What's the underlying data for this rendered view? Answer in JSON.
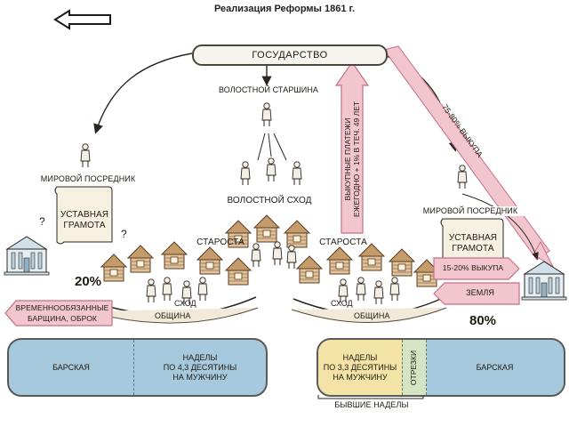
{
  "title": "Реализация Реформы 1861 г.",
  "nav": {
    "back_icon": "left-arrow-icon"
  },
  "state": "ГОСУДАРСТВО",
  "volost_elder": "ВОЛОСТНОЙ СТАРШИНА",
  "volost_assembly": "ВОЛОСТНОЙ СХОД",
  "payments": {
    "line1": "ВЫКУПНЫЕ ПЛАТЕЖИ",
    "line2": "ЕЖЕГОДНО + 1% В ТЕЧ. 49 ЛЕТ"
  },
  "ransom_75": "75-80% ВЫКУПА",
  "left": {
    "mediator": "МИРОВОЙ ПОСРЕДНИК",
    "charter": {
      "line1": "УСТАВНАЯ",
      "line2": "ГРАМОТА"
    },
    "question": "?",
    "elder": "СТАРОСТА",
    "percent": "20%",
    "obligated": {
      "line1": "ВРЕМЕННООБЯЗАННЫЕ",
      "line2": "БАРЩИНА, ОБРОК"
    },
    "skhod": "СХОД",
    "community": "ОБЩИНА"
  },
  "right": {
    "mediator": "МИРОВОЙ ПОСРЕДНИК",
    "charter": {
      "line1": "УСТАВНАЯ",
      "line2": "ГРАМОТА"
    },
    "elder": "СТАРОСТА",
    "ransom_15": "15-20% ВЫКУПА",
    "land": "ЗЕМЛЯ",
    "percent": "80%",
    "skhod": "СХОД",
    "community": "ОБЩИНА"
  },
  "bottom_left": {
    "barskaya": "БАРСКАЯ",
    "allotment": {
      "line1": "НАДЕЛЫ",
      "line2": "ПО 4,3 ДЕСЯТИНЫ",
      "line3": "НА МУЖЧИНУ"
    }
  },
  "bottom_right": {
    "allotment": {
      "line1": "НАДЕЛЫ",
      "line2": "ПО 3,3 ДЕСЯТИНЫ",
      "line3": "НА МУЖЧИНУ"
    },
    "otrezki": "ОТРЕЗКИ",
    "barskaya": "БАРСКАЯ",
    "former": "БЫВШИЕ НАДЕЛЫ"
  },
  "colors": {
    "pink": "#f2c6cf",
    "pink_dark": "#c76e85",
    "blue": "#a7c9dd",
    "yellow": "#f3e3a6",
    "wood": "#d9b892"
  }
}
